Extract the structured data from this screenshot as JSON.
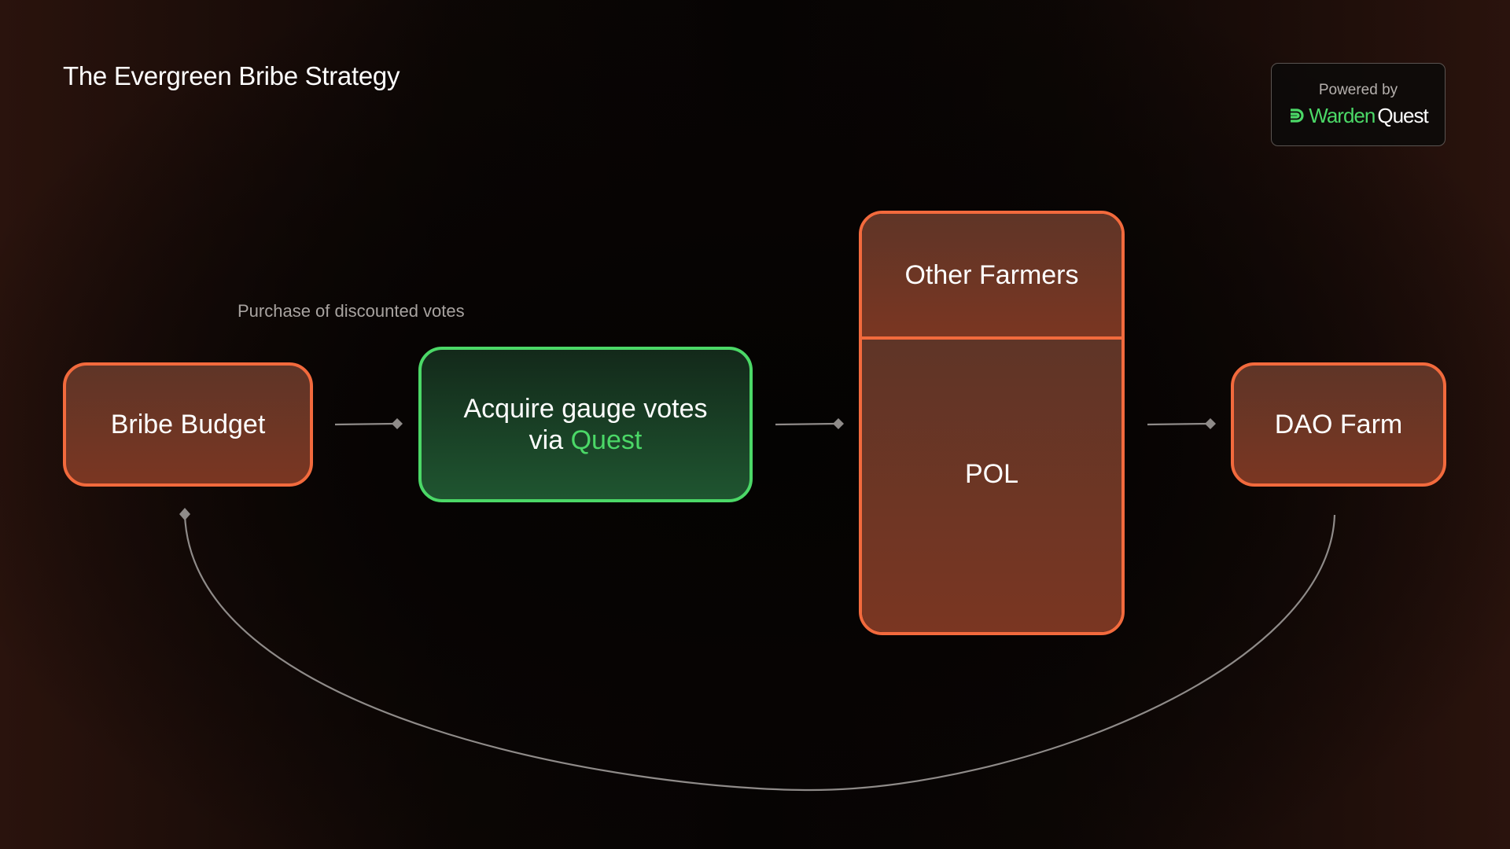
{
  "title": "The Evergreen Bribe Strategy",
  "badge": {
    "label": "Powered by",
    "brand_primary": "Warden",
    "brand_secondary": "Quest"
  },
  "edge_labels": {
    "purchase": "Purchase of discounted votes"
  },
  "nodes": {
    "bribe_budget": "Bribe Budget",
    "acquire_line1": "Acquire gauge votes",
    "acquire_via": "via ",
    "acquire_highlight": "Quest",
    "other_farmers": "Other Farmers",
    "pol": "POL",
    "dao_farm": "DAO Farm"
  },
  "colors": {
    "accent_green": "#4bd867",
    "accent_orange": "#f26a3d",
    "connector_gray": "#8f8b89"
  },
  "icons": {
    "brand_logo": "warden-logo-icon"
  }
}
